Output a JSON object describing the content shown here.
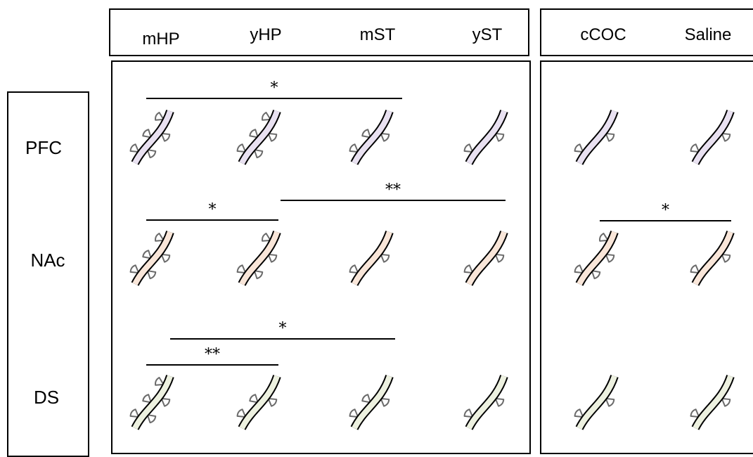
{
  "columns": {
    "main": [
      "mHP",
      "yHP",
      "mST",
      "yST"
    ],
    "control": [
      "cCOC",
      "Saline"
    ]
  },
  "rows": [
    {
      "label": "PFC",
      "tint": "#e9e1f1",
      "spines": [
        5,
        5,
        3,
        2,
        2,
        2
      ]
    },
    {
      "label": "NAc",
      "tint": "#f9e6d9",
      "spines": [
        5,
        4,
        2,
        2,
        4,
        2
      ]
    },
    {
      "label": "DS",
      "tint": "#edf1e0",
      "spines": [
        5,
        3,
        3,
        2,
        2,
        2
      ]
    }
  ],
  "comparisons": [
    {
      "row": "PFC",
      "from": "mHP",
      "to": "mST",
      "label": "*"
    },
    {
      "row": "NAc",
      "from": "mHP",
      "to": "yHP",
      "label": "*"
    },
    {
      "row": "NAc",
      "from": "yHP",
      "to": "yST",
      "label": "**"
    },
    {
      "row": "NAc",
      "from": "cCOC",
      "to": "Saline",
      "label": "*"
    },
    {
      "row": "DS",
      "from": "mHP",
      "to": "mST",
      "label": "*"
    },
    {
      "row": "DS",
      "from": "mHP",
      "to": "yHP",
      "label": "**"
    }
  ],
  "colors": {
    "outline": "#000000",
    "spine": "#6b6b6b"
  }
}
